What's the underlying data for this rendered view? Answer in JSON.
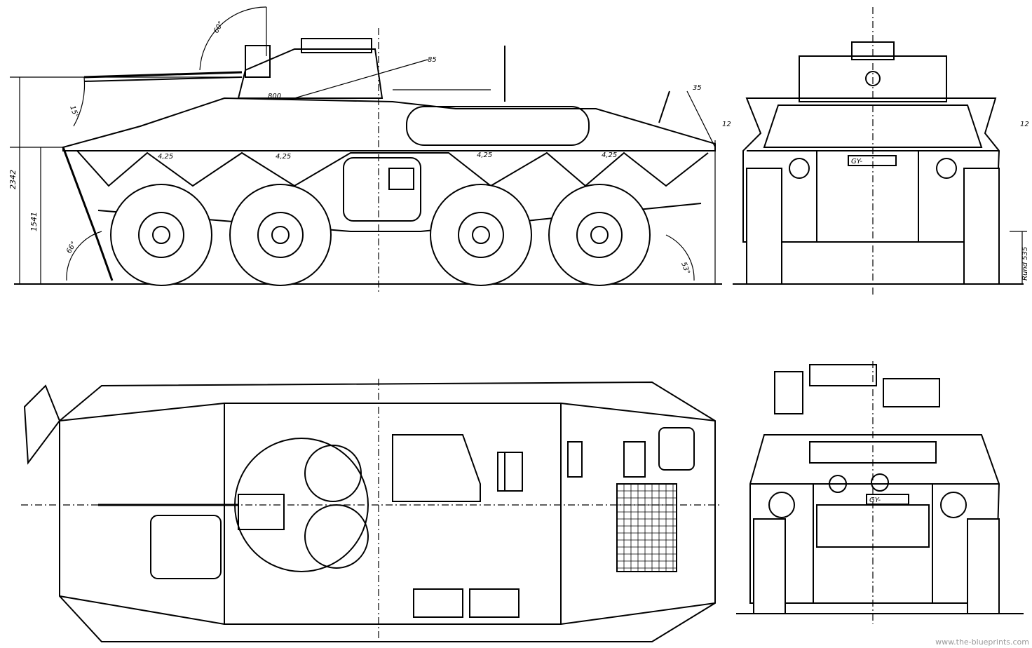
{
  "dimensions": {
    "height_total": "2342",
    "height_hull": "1541",
    "ground_clearance": "Rund 535",
    "gun_length": "800",
    "elevation_angle": "60°",
    "depression_angle": "15°",
    "approach_angle": "66°",
    "departure_angle": "53°",
    "slope_angle": "35",
    "armor_side_left": "12",
    "armor_side_right": "12",
    "armor_top_1": "4,25",
    "armor_top_2": "4,25",
    "armor_top_3": "4,25",
    "armor_top_4": "4,25",
    "label_85": "85"
  },
  "plate_front": "GY-",
  "plate_rear": "GY-",
  "watermark": "www.the-blueprints.com"
}
